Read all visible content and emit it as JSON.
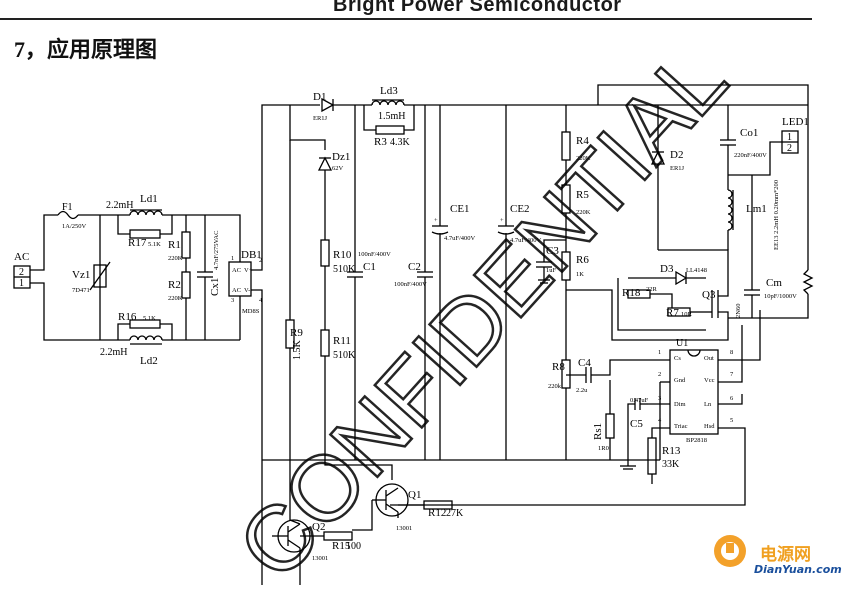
{
  "header": {
    "company": "Bright Power Semiconductor"
  },
  "section_title": "7，应用原理图",
  "components": {
    "ac": {
      "ref": "AC",
      "pins": [
        "2",
        "1"
      ]
    },
    "f1": {
      "ref": "F1",
      "value": "1A/250V"
    },
    "ld1": {
      "ref": "Ld1",
      "value": "2.2mH"
    },
    "ld2": {
      "ref": "Ld2",
      "value": "2.2mH"
    },
    "r17": {
      "ref": "R17",
      "value": "5.1K"
    },
    "r16": {
      "ref": "R16",
      "value": "5.1K"
    },
    "vz1": {
      "ref": "Vz1",
      "value": "7D471"
    },
    "r1": {
      "ref": "R1",
      "value": "220K"
    },
    "r2": {
      "ref": "R2",
      "value": "220K"
    },
    "cx1": {
      "ref": "Cx1",
      "value": "4.7nF/275VAC"
    },
    "db1": {
      "ref": "DB1",
      "pins": [
        "AC",
        "V+",
        "AC",
        "V-"
      ],
      "pin_numbers": [
        "1",
        "2",
        "3",
        "4"
      ],
      "part": "MD8S"
    },
    "d1": {
      "ref": "D1",
      "part": "ER1J"
    },
    "dz": {
      "ref": "Dz1",
      "value": "62V"
    },
    "ld3": {
      "ref": "Ld3",
      "value": "1.5mH"
    },
    "r3": {
      "ref": "R3",
      "value": "4.3K"
    },
    "r10": {
      "ref": "R10",
      "value": "510K"
    },
    "r11": {
      "ref": "R11",
      "value": "510K"
    },
    "r9": {
      "ref": "R9",
      "value": "1.5K"
    },
    "c1": {
      "ref": "C1",
      "value": "100nF/400V"
    },
    "c2": {
      "ref": "C2",
      "value": "100nF/400V"
    },
    "ce1": {
      "ref": "CE1",
      "value": "4.7uF/400V"
    },
    "ce2": {
      "ref": "CE2",
      "value": "4.7uF/400V"
    },
    "r4": {
      "ref": "R4",
      "value": "220K"
    },
    "r5": {
      "ref": "R5",
      "value": "220K"
    },
    "r6": {
      "ref": "R6",
      "value": "1K"
    },
    "c3": {
      "ref": "C3",
      "value": "1uF"
    },
    "r8": {
      "ref": "R8",
      "value": "220k"
    },
    "c4": {
      "ref": "C4",
      "value": "2.2u"
    },
    "rs1": {
      "ref": "Rs1",
      "value": "1R0"
    },
    "c5": {
      "ref": "C5",
      "value": "0.47uF"
    },
    "r13": {
      "ref": "R13",
      "value": "33K"
    },
    "d2": {
      "ref": "D2",
      "part": "ER1J"
    },
    "co1": {
      "ref": "Co1",
      "value": "220nF/400V"
    },
    "led1": {
      "ref": "LED1",
      "pins": [
        "1",
        "2"
      ]
    },
    "lm1": {
      "ref": "Lm1",
      "value": "EE13 2.2mH 0.20mm*200"
    },
    "cm": {
      "ref": "Cm",
      "value": "10pF/1000V"
    },
    "d3": {
      "ref": "D3",
      "part": "LL4148"
    },
    "r18": {
      "ref": "R18",
      "value": "22R"
    },
    "r7": {
      "ref": "R7",
      "value": "10R"
    },
    "q3": {
      "ref": "Q3",
      "part": "2N60"
    },
    "u1": {
      "ref": "U1",
      "part": "BP2818",
      "pins_left": [
        "Cs",
        "Gnd",
        "Dim",
        "Triac"
      ],
      "pins_right": [
        "Out",
        "Vcc",
        "Ln",
        "Hsd"
      ],
      "pin_numbers_left": [
        "1",
        "2",
        "3",
        "4"
      ],
      "pin_numbers_right": [
        "8",
        "7",
        "6",
        "5"
      ]
    },
    "q1": {
      "ref": "Q1",
      "part": "13001"
    },
    "q2": {
      "ref": "Q2",
      "part": "13001"
    },
    "r12": {
      "ref": "R12",
      "value": "27K"
    },
    "r15": {
      "ref": "R15",
      "value": "100"
    }
  },
  "watermark": "CONFIDENTIAL",
  "logo": {
    "name": "电源网",
    "url": "DianYuan.com"
  }
}
